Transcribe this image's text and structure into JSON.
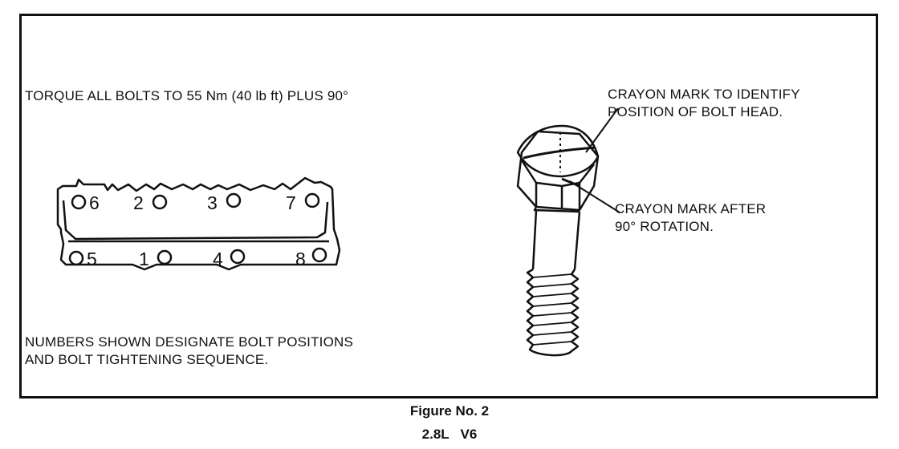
{
  "figure": {
    "instruction": "TORQUE ALL BOLTS TO 55 Nm (40 lb ft) PLUS 90°",
    "note_lines": [
      "NUMBERS SHOWN DESIGNATE BOLT POSITIONS",
      "AND BOLT TIGHTENING SEQUENCE."
    ],
    "callout_identify": [
      "CRAYON MARK TO IDENTIFY",
      "POSITION OF BOLT HEAD."
    ],
    "callout_rotation": [
      "CRAYON MARK AFTER",
      "90° ROTATION."
    ],
    "bolt_positions_top": [
      "6",
      "2",
      "3",
      "7"
    ],
    "bolt_positions_bottom": [
      "5",
      "1",
      "4",
      "8"
    ]
  },
  "caption": {
    "line1": "Figure No. 2",
    "line2": "2.8L   V6"
  }
}
